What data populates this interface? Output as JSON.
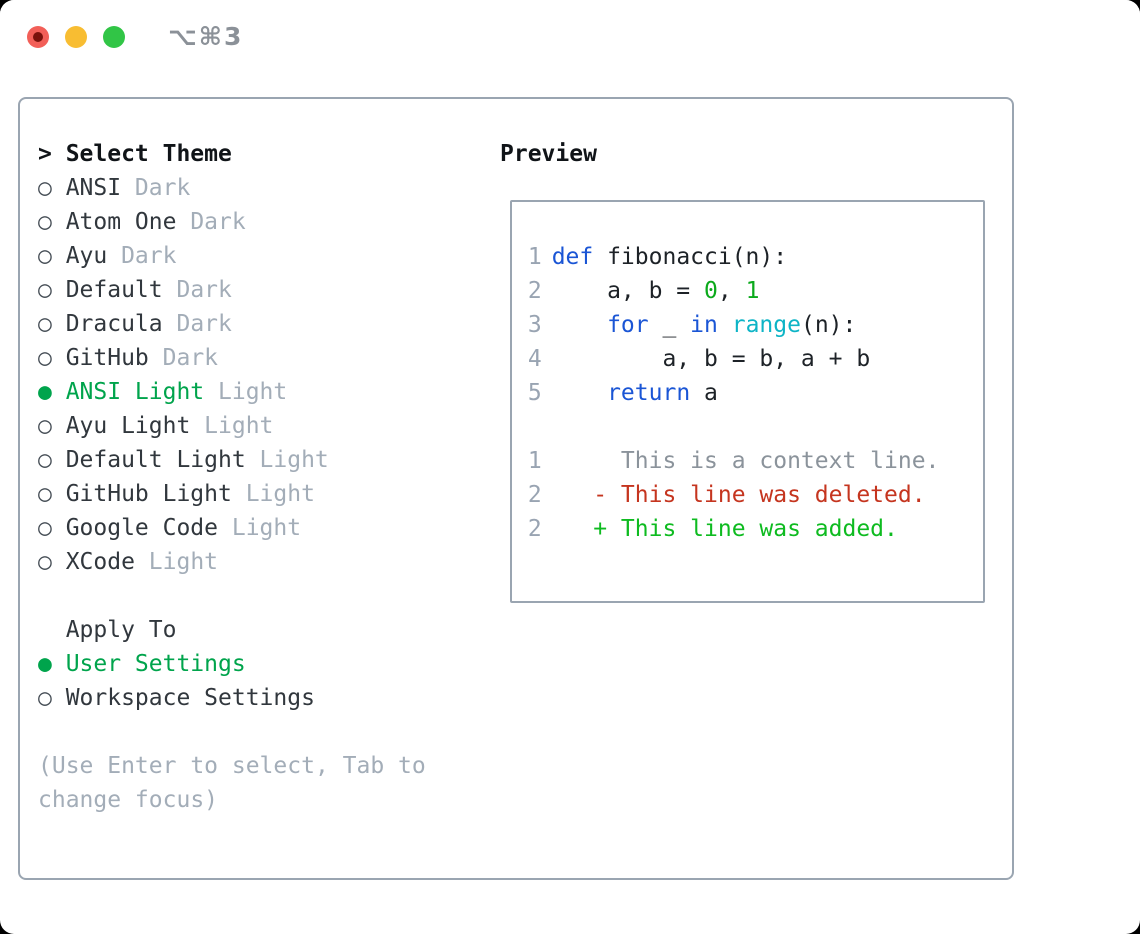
{
  "colors": {
    "border": "#9aa5b1",
    "heading": "#101418",
    "text": "#31373d",
    "muted": "#a3adb8",
    "linenum": "#99a4b2",
    "context": "#8b939b",
    "select_green": "#00a44c",
    "add_green": "#0ebb20",
    "num_green": "#0caa1c",
    "del_red": "#c5351f",
    "kw_blue": "#1a55d5",
    "fn_cyan": "#0db4c6",
    "title_gray": "#8b9198",
    "light_red": "#f25f58",
    "light_red_dot": "#7a120c",
    "light_yellow": "#f8bd32",
    "light_green": "#31c546"
  },
  "window": {
    "title": "⌥⌘3"
  },
  "icons": {
    "focus_caret": ">",
    "radio_selected": "●",
    "radio_unselected": "○"
  },
  "left": {
    "header": "Select Theme",
    "themes": [
      {
        "name": "ANSI",
        "tag": "Dark",
        "selected": false
      },
      {
        "name": "Atom One",
        "tag": "Dark",
        "selected": false
      },
      {
        "name": "Ayu",
        "tag": "Dark",
        "selected": false
      },
      {
        "name": "Default",
        "tag": "Dark",
        "selected": false
      },
      {
        "name": "Dracula",
        "tag": "Dark",
        "selected": false
      },
      {
        "name": "GitHub",
        "tag": "Dark",
        "selected": false
      },
      {
        "name": "ANSI Light",
        "tag": "Light",
        "selected": true
      },
      {
        "name": "Ayu Light",
        "tag": "Light",
        "selected": false
      },
      {
        "name": "Default Light",
        "tag": "Light",
        "selected": false
      },
      {
        "name": "GitHub Light",
        "tag": "Light",
        "selected": false
      },
      {
        "name": "Google Code",
        "tag": "Light",
        "selected": false
      },
      {
        "name": "XCode",
        "tag": "Light",
        "selected": false
      }
    ],
    "apply_header": "Apply To",
    "apply_options": [
      {
        "label": "User Settings",
        "selected": true
      },
      {
        "label": "Workspace Settings",
        "selected": false
      }
    ],
    "help_lines": [
      "(Use Enter to select, Tab to",
      "change focus)"
    ]
  },
  "preview": {
    "header": "Preview",
    "code_lines": [
      {
        "ln": "1",
        "tokens": [
          {
            "c": "kw",
            "t": "def"
          },
          {
            "c": "pl",
            "t": " fibonacci(n):"
          }
        ]
      },
      {
        "ln": "2",
        "tokens": [
          {
            "c": "pl",
            "t": "    a, b = "
          },
          {
            "c": "num",
            "t": "0"
          },
          {
            "c": "pl",
            "t": ", "
          },
          {
            "c": "num",
            "t": "1"
          }
        ]
      },
      {
        "ln": "3",
        "tokens": [
          {
            "c": "pl",
            "t": "    "
          },
          {
            "c": "kw",
            "t": "for"
          },
          {
            "c": "pl",
            "t": " _ "
          },
          {
            "c": "kw",
            "t": "in"
          },
          {
            "c": "pl",
            "t": " "
          },
          {
            "c": "fn",
            "t": "range"
          },
          {
            "c": "pl",
            "t": "(n):"
          }
        ]
      },
      {
        "ln": "4",
        "tokens": [
          {
            "c": "pl",
            "t": "        a, b = b, a + b"
          }
        ]
      },
      {
        "ln": "5",
        "tokens": [
          {
            "c": "pl",
            "t": "    "
          },
          {
            "c": "kw",
            "t": "return"
          },
          {
            "c": "pl",
            "t": " a"
          }
        ]
      }
    ],
    "diff_lines": [
      {
        "ln": "1",
        "tokens": [
          {
            "c": "ctx",
            "t": "     This is a context line."
          }
        ]
      },
      {
        "ln": "2",
        "tokens": [
          {
            "c": "del",
            "t": "   - This line was deleted."
          }
        ]
      },
      {
        "ln": "2",
        "tokens": [
          {
            "c": "add",
            "t": "   + This line was added."
          }
        ]
      }
    ]
  }
}
